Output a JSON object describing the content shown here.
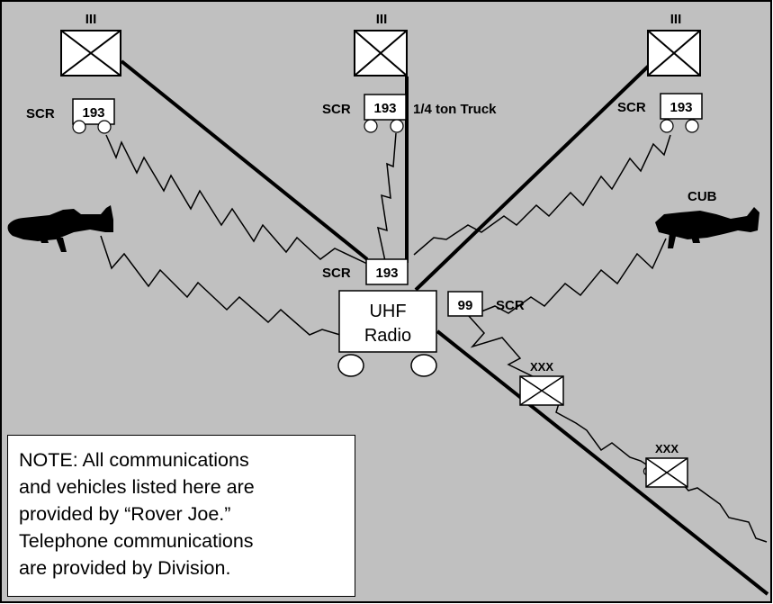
{
  "colors": {
    "background": "#c0c0c0",
    "ink": "#000000",
    "box_fill": "#ffffff"
  },
  "units": {
    "regiment_mark": "III",
    "corps_mark": "XXX",
    "radio_prefix": "SCR",
    "radio_number": "193",
    "truck_label": "1/4 ton Truck",
    "cub_label": "CUB",
    "uhf_line1": "UHF",
    "uhf_line2": "Radio",
    "scr99_number": "99"
  },
  "note": {
    "lines": [
      "NOTE: All communications",
      "and vehicles listed here are",
      "provided by “Rover Joe.”",
      "Telephone communications",
      "are provided by Division."
    ]
  }
}
